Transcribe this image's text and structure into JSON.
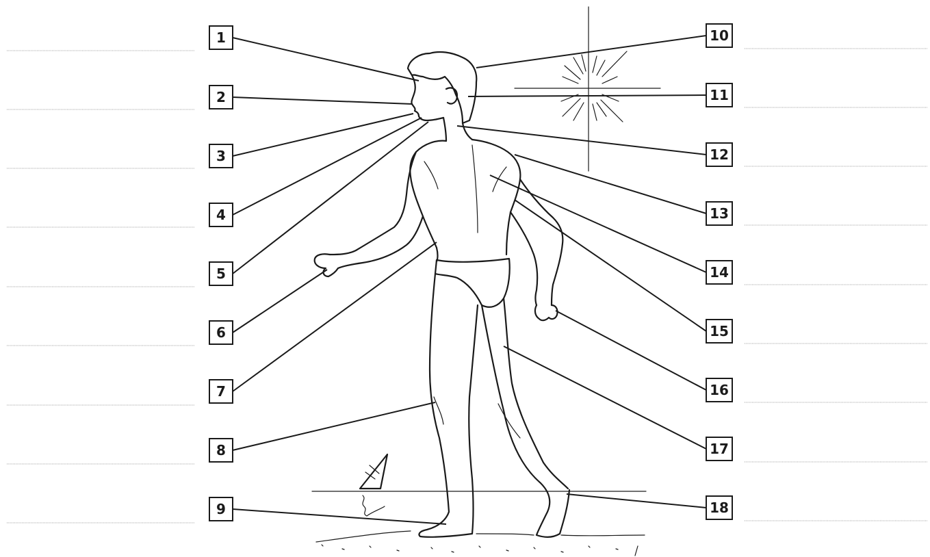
{
  "labels": [
    {
      "id": "label-1",
      "text": "1"
    },
    {
      "id": "label-2",
      "text": "2"
    },
    {
      "id": "label-3",
      "text": "3"
    },
    {
      "id": "label-4",
      "text": "4"
    },
    {
      "id": "label-5",
      "text": "5"
    },
    {
      "id": "label-6",
      "text": "6"
    },
    {
      "id": "label-7",
      "text": "7"
    },
    {
      "id": "label-8",
      "text": "8"
    },
    {
      "id": "label-9",
      "text": "9"
    },
    {
      "id": "label-10",
      "text": "10"
    },
    {
      "id": "label-11",
      "text": "11"
    },
    {
      "id": "label-12",
      "text": "12"
    },
    {
      "id": "label-13",
      "text": "13"
    },
    {
      "id": "label-14",
      "text": "14"
    },
    {
      "id": "label-15",
      "text": "15"
    },
    {
      "id": "label-16",
      "text": "16"
    },
    {
      "id": "label-17",
      "text": "17"
    },
    {
      "id": "label-18",
      "text": "18"
    }
  ],
  "colors": {
    "ink": "#1a1a1a",
    "answer_line": "#bdbdbd",
    "background": "#ffffff"
  }
}
